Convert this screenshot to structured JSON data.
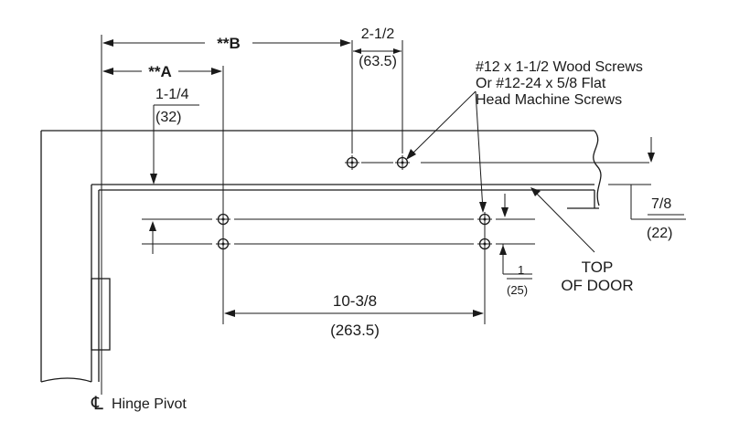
{
  "labels": {
    "dim_b": "**B",
    "dim_a": "**A",
    "dim_2_half": "2-1/2",
    "dim_2_half_mm": "(63.5)",
    "dim_1_quarter": "1-1/4",
    "dim_1_quarter_mm": "(32)",
    "screws_line1": "#12 x 1-1/2 Wood Screws",
    "screws_line2": "Or #12-24 x 5/8 Flat",
    "screws_line3": "Head Machine Screws",
    "dim_7_8": "7/8",
    "dim_7_8_mm": "(22)",
    "dim_1": "1",
    "dim_1_mm": "(25)",
    "top_of_door_line1": "TOP",
    "top_of_door_line2": "OF DOOR",
    "dim_10_3_8": "10-3/8",
    "dim_10_3_8_mm": "(263.5)",
    "centerline_symbol": "℄",
    "hinge_pivot": "Hinge Pivot"
  }
}
